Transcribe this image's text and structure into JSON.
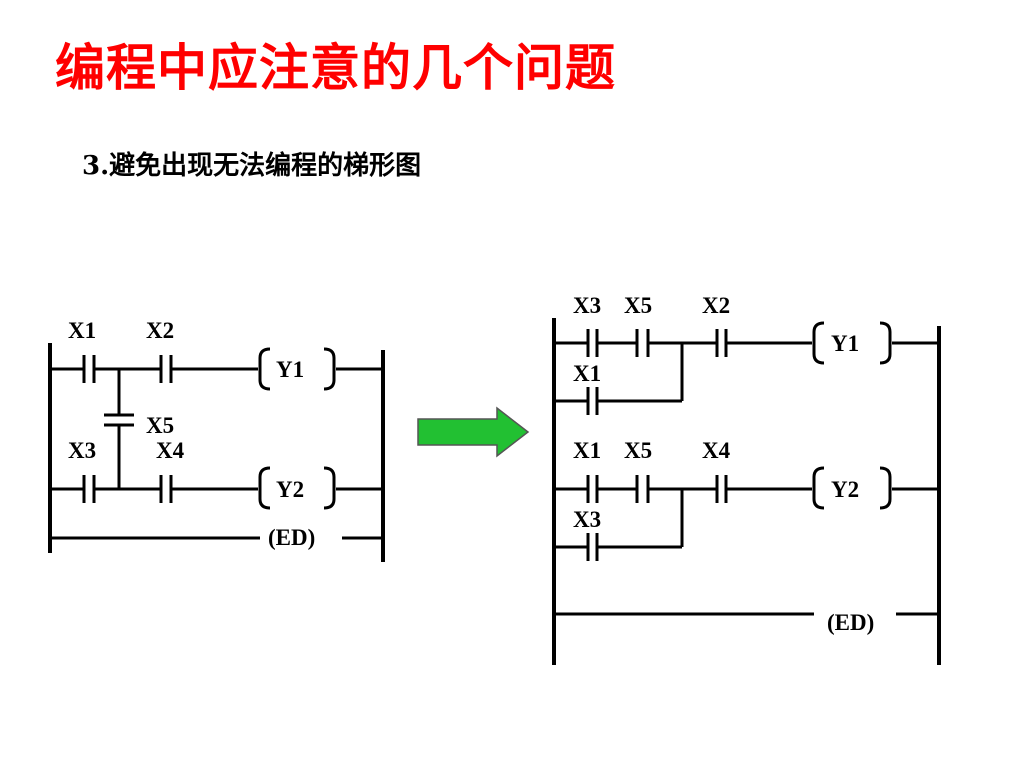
{
  "slide": {
    "title": "编程中应注意的几个问题",
    "subtitle": "3.避免出现无法编程的梯形图"
  },
  "left_ladder": {
    "contacts": [
      {
        "id": "c1",
        "label": "X1"
      },
      {
        "id": "c2",
        "label": "X2"
      },
      {
        "id": "c3",
        "label": "X5"
      },
      {
        "id": "c4",
        "label": "X3"
      },
      {
        "id": "c5",
        "label": "X4"
      }
    ],
    "coils": [
      {
        "id": "y1",
        "label": "Y1"
      },
      {
        "id": "y2",
        "label": "Y2"
      }
    ],
    "end": "(ED)"
  },
  "right_ladder": {
    "contacts": [
      {
        "id": "c1",
        "label": "X3"
      },
      {
        "id": "c2",
        "label": "X5"
      },
      {
        "id": "c3",
        "label": "X2"
      },
      {
        "id": "c4",
        "label": "X1"
      },
      {
        "id": "c5",
        "label": "X1"
      },
      {
        "id": "c6",
        "label": "X5"
      },
      {
        "id": "c7",
        "label": "X4"
      },
      {
        "id": "c8",
        "label": "X3"
      }
    ],
    "coils": [
      {
        "id": "y1",
        "label": "Y1"
      },
      {
        "id": "y2",
        "label": "Y2"
      }
    ],
    "end": "(ED)"
  },
  "arrow": {
    "color": "#22c032"
  }
}
